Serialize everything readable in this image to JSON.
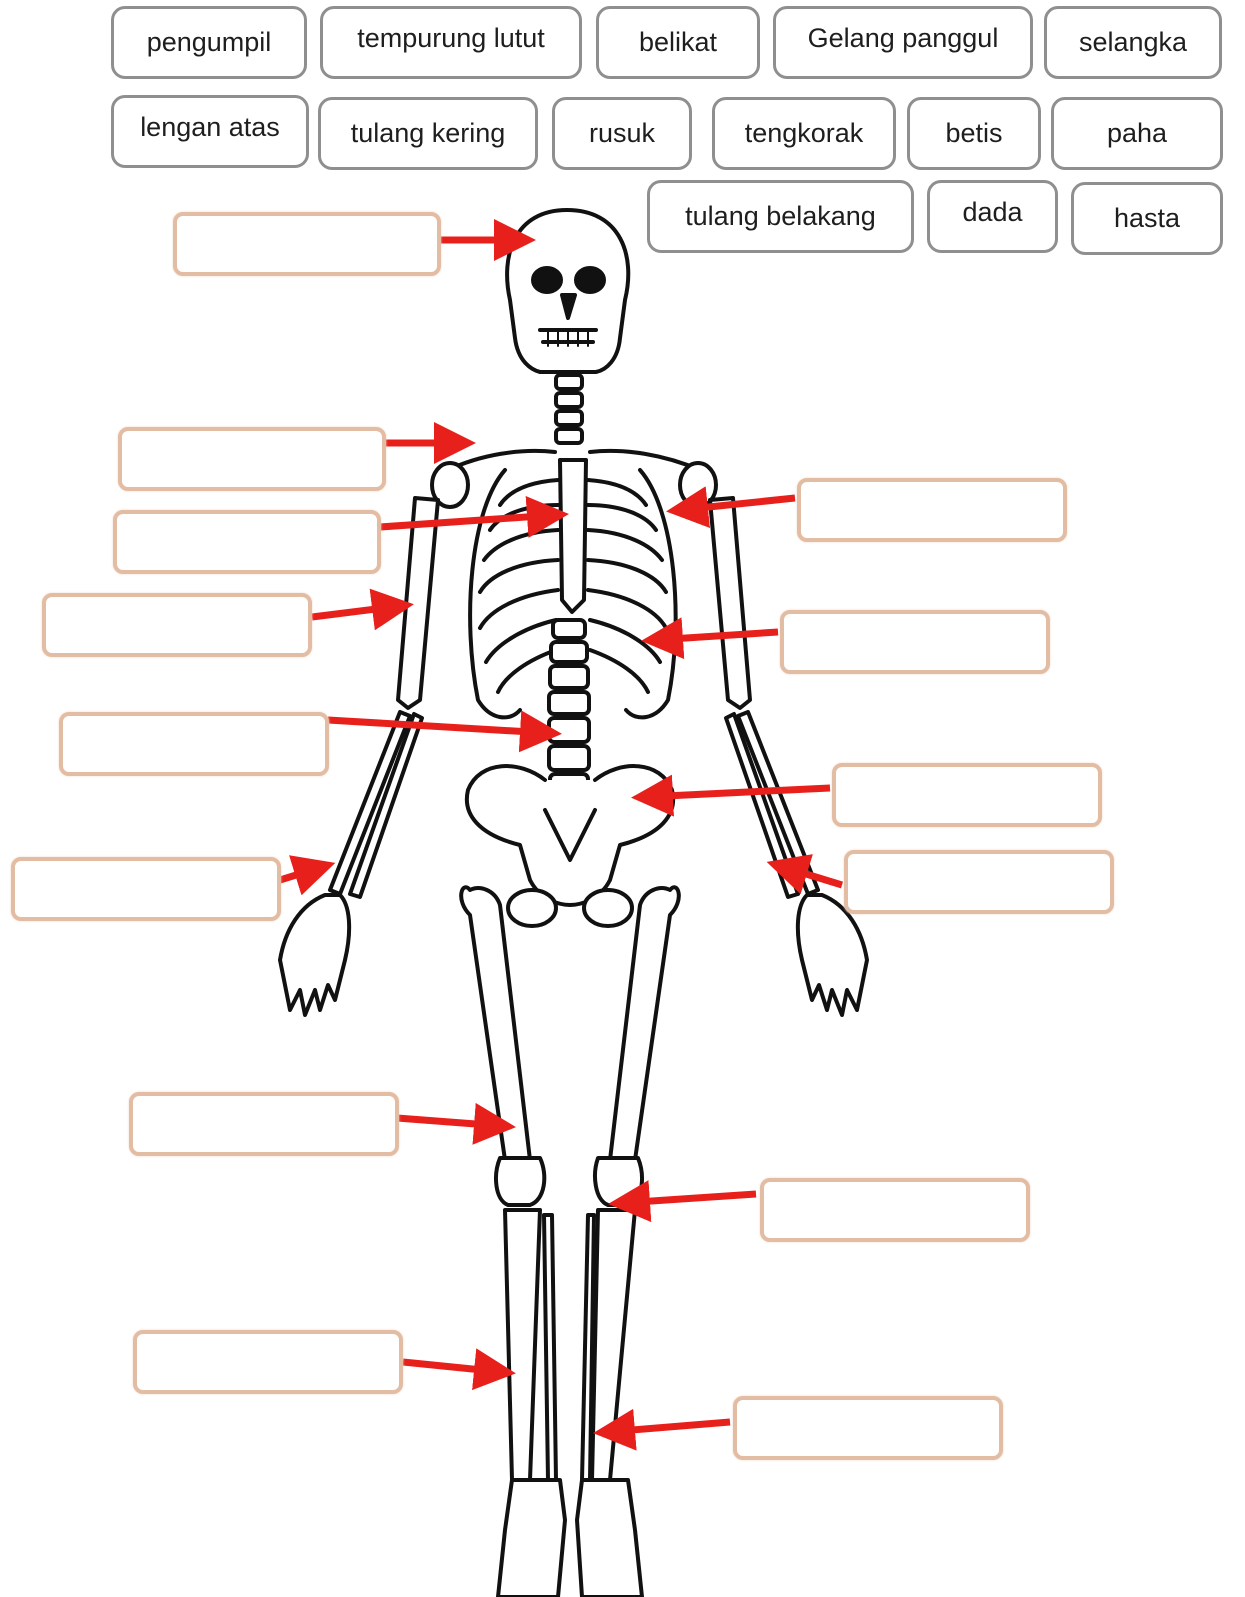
{
  "word_bank": [
    {
      "id": "pengumpil",
      "label": "pengumpil"
    },
    {
      "id": "tempurung-lutut",
      "label": "tempurung lutut"
    },
    {
      "id": "belikat",
      "label": "belikat"
    },
    {
      "id": "gelang-panggul",
      "label": "Gelang panggul"
    },
    {
      "id": "selangka",
      "label": "selangka"
    },
    {
      "id": "lengan-atas",
      "label": "lengan atas"
    },
    {
      "id": "tulang-kering",
      "label": "tulang kering"
    },
    {
      "id": "rusuk",
      "label": "rusuk"
    },
    {
      "id": "tengkorak",
      "label": "tengkorak"
    },
    {
      "id": "betis",
      "label": "betis"
    },
    {
      "id": "paha",
      "label": "paha"
    },
    {
      "id": "tulang-belakang",
      "label": "tulang belakang"
    },
    {
      "id": "dada",
      "label": "dada"
    },
    {
      "id": "hasta",
      "label": "hasta"
    }
  ],
  "drop_zone_count": 14,
  "colors": {
    "arrow": "#e8201c",
    "drop_border": "#e2bda3",
    "word_border": "#8f8f8f",
    "bone_stroke": "#111111"
  }
}
